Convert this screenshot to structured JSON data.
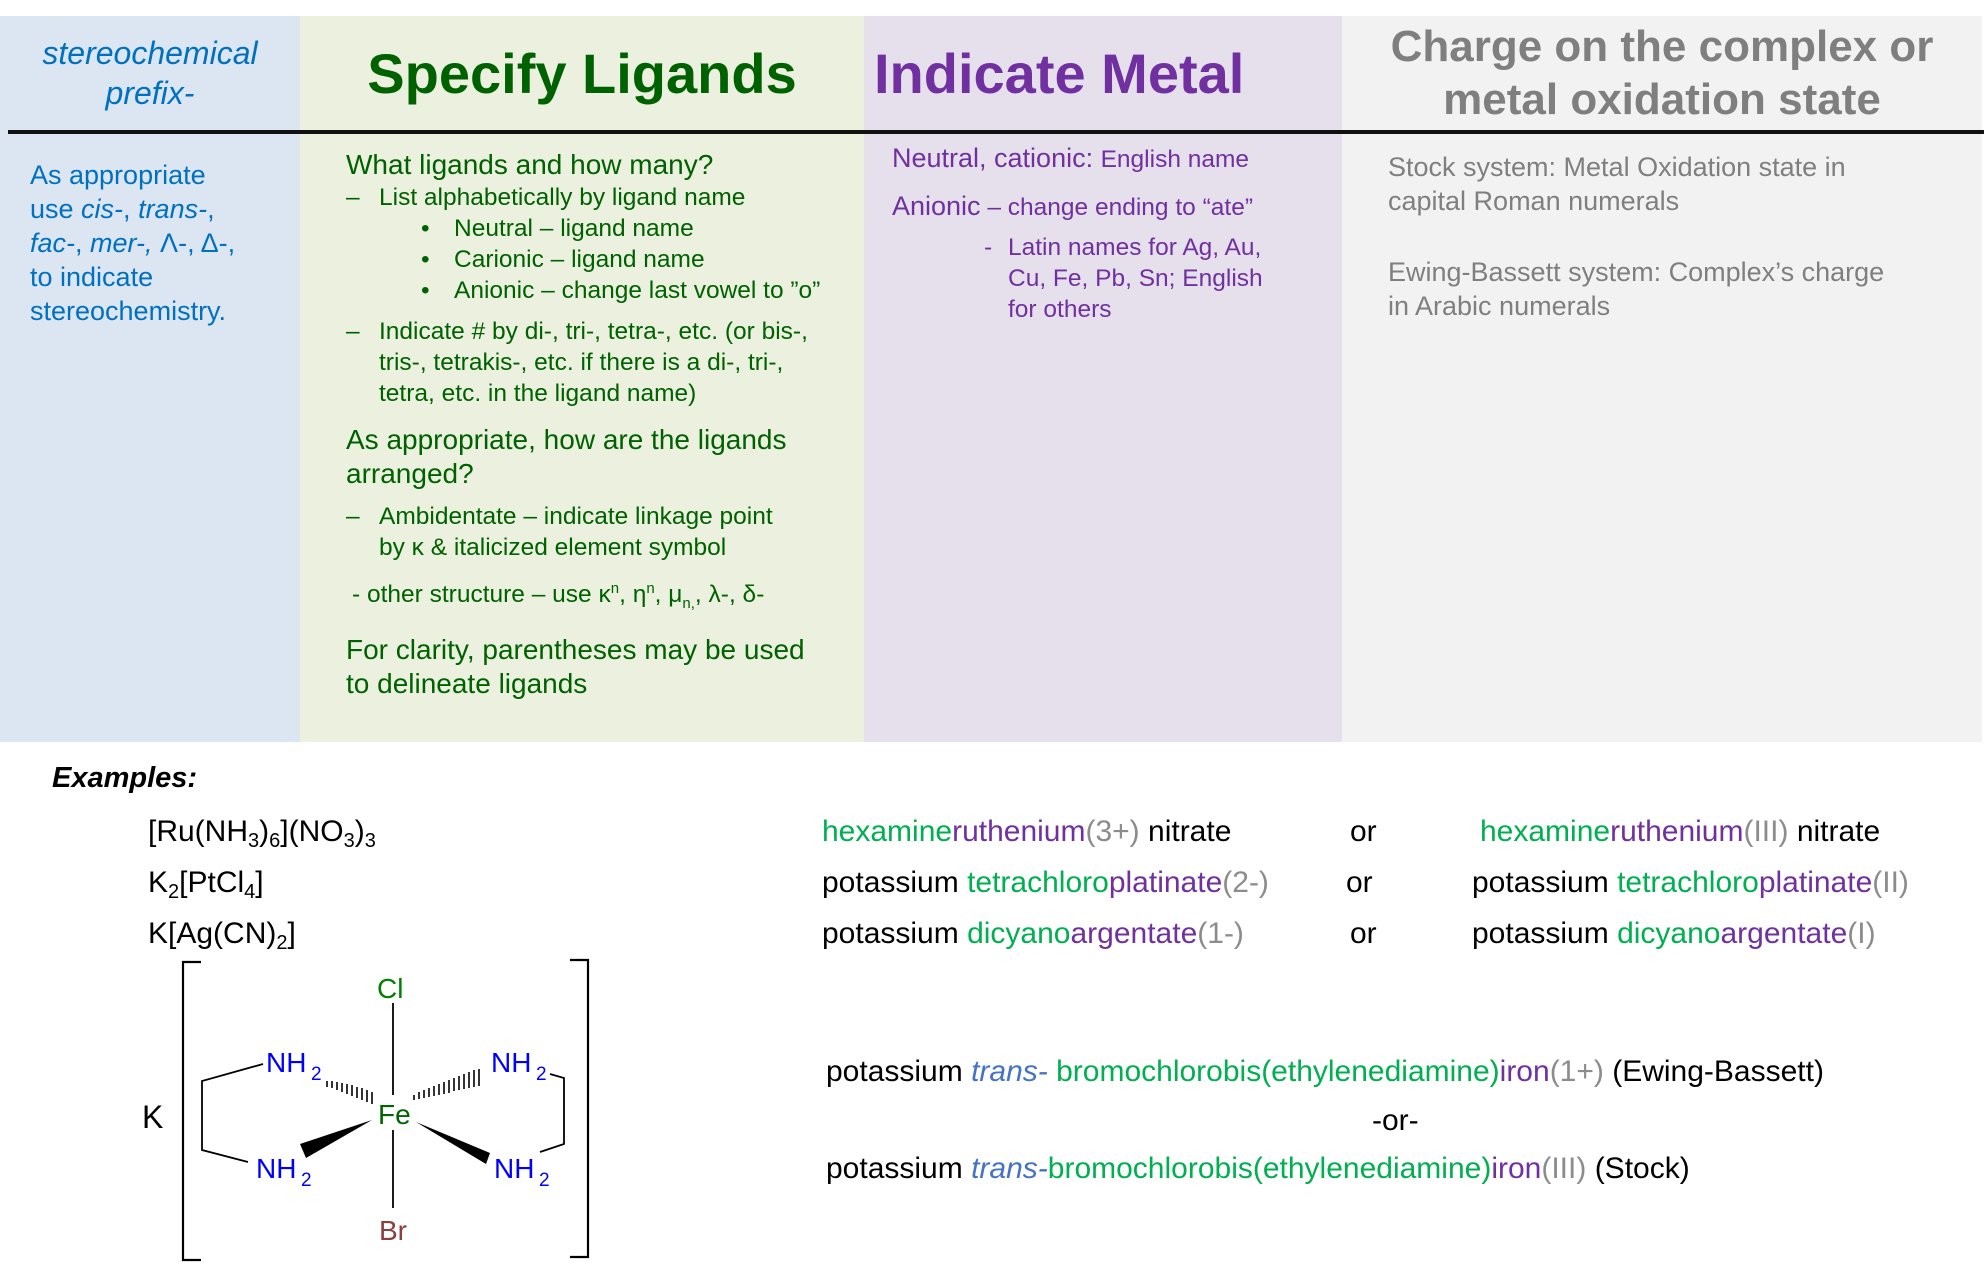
{
  "columns": {
    "stereo": {
      "header": "stereochemical prefix-",
      "header_lines": [
        "stereochemical",
        "prefix-"
      ],
      "body": {
        "line1": "As appropriate",
        "line2_pre": "use ",
        "cis": "cis-",
        "comma1": ", ",
        "trans": "trans-",
        "comma2": ",",
        "fac": "fac-",
        "comma3": ", ",
        "mer": "mer-,",
        "lambda_delta": " Λ-, Δ-,",
        "line4": "to indicate",
        "line5": "stereochemistry."
      },
      "color": "#0070c0",
      "background": "#dce6f2"
    },
    "ligand": {
      "header": "Specify Ligands",
      "color": "#006100",
      "background": "#ebf1de",
      "section1_heading": "What ligands and how many?",
      "items": [
        {
          "marker": "–",
          "text": "List alphabetically by ligand name"
        },
        {
          "marker": "–",
          "text": "Indicate # by  di-, tri-, tetra-, etc. (or bis-, tris-, tetrakis-, etc. if there is a di-, tri-, tetra, etc. in the ligand name)"
        }
      ],
      "bullets": [
        {
          "marker": "•",
          "text": "Neutral – ligand name"
        },
        {
          "marker": "•",
          "text": "Carionic – ligand name"
        },
        {
          "marker": "•",
          "text": "Anionic – change last vowel to ”o”"
        }
      ],
      "indicate_lines": [
        "Indicate # by  di-, tri-, tetra-, etc. (or bis-,",
        "tris-, tetrakis-, etc. if there is a di-, tri-,",
        "tetra, etc. in the ligand name)"
      ],
      "section2_heading_lines": [
        "As appropriate, how are the ligands",
        "arranged?"
      ],
      "ambidentate_lines": [
        "Ambidentate – indicate linkage point",
        "by κ & italicized element symbol"
      ],
      "other_structure": {
        "prefix": "- other structure – use κ",
        "kappa_sup": "n",
        "eta": ", η",
        "eta_sup": "n",
        "mu": ", μ",
        "mu_sub": "n,",
        "rest": ", λ-, δ-"
      },
      "section3_lines": [
        "For clarity, parentheses may be used",
        "to delineate ligands"
      ]
    },
    "metal": {
      "header": "Indicate Metal",
      "color": "#7030a0",
      "background": "#e6e0ec",
      "line1_big": "Neutral, cationic: ",
      "line1_small": "English name",
      "line2_big": "Anionic",
      "line2_small": " – change ending to “ate”",
      "sub_marker": "-",
      "sub_lines": [
        "Latin names for Ag, Au,",
        "Cu, Fe, Pb, Sn; English",
        "for others"
      ]
    },
    "charge": {
      "header_lines": [
        "Charge on the complex or",
        "metal oxidation state"
      ],
      "color": "#7f7f7f",
      "background": "#f2f2f2",
      "stock_lines": [
        "Stock system:  Metal Oxidation state in",
        "capital Roman numerals"
      ],
      "ewing_lines": [
        "Ewing-Bassett system: Complex’s charge",
        "in Arabic numerals"
      ]
    }
  },
  "examples": {
    "title": "Examples:",
    "formulas": [
      {
        "parts": [
          "[Ru(NH",
          "3",
          ")",
          "6",
          "](NO",
          "3",
          ")",
          "3",
          ""
        ]
      },
      {
        "parts": [
          "K",
          "2",
          "[PtCl",
          "4",
          "]"
        ]
      },
      {
        "parts": [
          "K[Ag(CN)",
          "2",
          "]"
        ]
      }
    ],
    "or_label": "or",
    "rows": [
      {
        "ewing": {
          "pre": "",
          "ligand": "hexamine",
          "metal": "ruthenium",
          "charge": "(3+)",
          "post": " nitrate"
        },
        "stock": {
          "pre": "",
          "ligand": "hexamine",
          "metal": "ruthenium",
          "charge": "(III)",
          "post": " nitrate"
        }
      },
      {
        "ewing": {
          "pre": "potassium ",
          "ligand": "tetrachloro",
          "metal": "platinate",
          "charge": "(2-)",
          "post": ""
        },
        "stock": {
          "pre": "potassium ",
          "ligand": "tetrachloro",
          "metal": "platinate",
          "charge": "(II)",
          "post": ""
        }
      },
      {
        "ewing": {
          "pre": "potassium ",
          "ligand": "dicyano",
          "metal": "argentate",
          "charge": "(1-)",
          "post": ""
        },
        "stock": {
          "pre": "potassium ",
          "ligand": "dicyano",
          "metal": "argentate",
          "charge": "(I)",
          "post": ""
        }
      }
    ],
    "iron_complex": {
      "structure_labels": {
        "counter_ion": "K",
        "center": "Fe",
        "top": "Cl",
        "bottom": "Br",
        "amine": "NH",
        "amine_sub": "2"
      },
      "ewing_line": {
        "pre": "potassium ",
        "prefix": "trans-",
        "ligand": " bromochlorobis(ethylenediamine)",
        "metal": "iron",
        "charge": "(1+)",
        "post": "  (Ewing-Bassett)"
      },
      "or_separator": "-or-",
      "stock_line": {
        "pre": "potassium ",
        "prefix": "trans-",
        "ligand": "bromochlorobis(ethylenediamine)",
        "metal": "iron",
        "charge": "(III)",
        "post": "    (Stock)"
      }
    }
  },
  "colors": {
    "ligand_text": "#00b050",
    "metal_text": "#7030a0",
    "charge_text": "#8c8c8c",
    "prefix_text": "#4472c4",
    "chlorine": "#008000",
    "bromine": "#8b4040",
    "nitrogen": "#0000ff",
    "iron": "#006400"
  }
}
